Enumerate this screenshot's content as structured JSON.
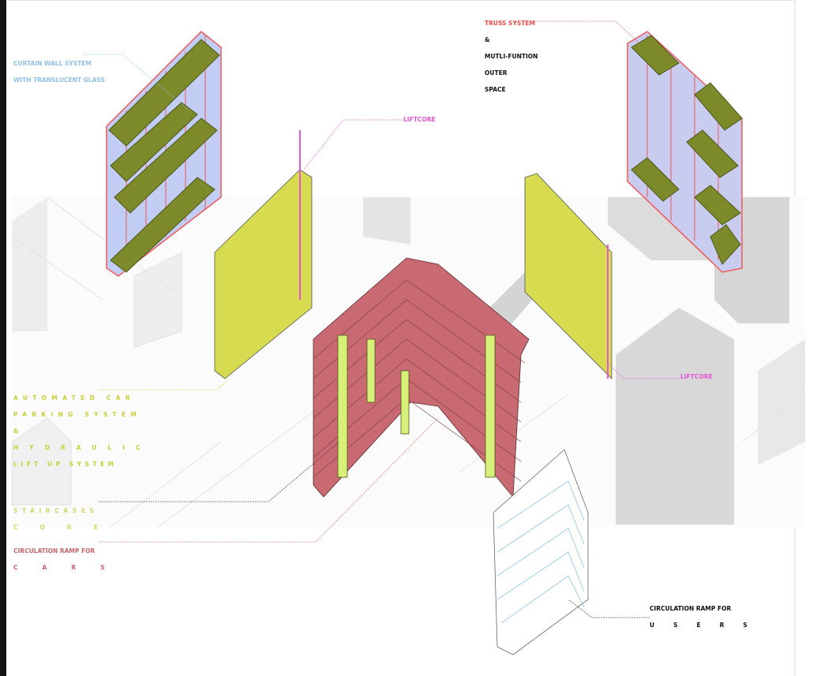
{
  "labels": {
    "curtain_wall": {
      "line1": "CURTAIN WALL SYSTEM",
      "line2": "WITH TRANSLUCENT GLASS",
      "color": "#8fbfe6"
    },
    "liftcore_top": {
      "text": "LIFTCORE",
      "color": "#e455d8"
    },
    "liftcore_right": {
      "text": "LIFTCORE",
      "color": "#e455d8"
    },
    "truss": {
      "line1": "TRUSS SYSTEM",
      "line2": "&",
      "line3": "MUTLI-FUNTION",
      "line4": "OUTER",
      "line5": "SPACE",
      "color": "#ef4a4a"
    },
    "car_parking": {
      "line1": "AUTOMATED CAR",
      "line2": "PARKING SYSTEM",
      "line3": "&",
      "line4": "HYDRAULIC",
      "line5": "LIFT UP SYSTEM",
      "color": "#c9cf3a"
    },
    "staircases": {
      "line1": "STAIRCASES",
      "line2": "CORE",
      "color": "#d2d66a"
    },
    "ramp_cars": {
      "line1": "CIRCULATION RAMP FOR",
      "line2": "CARS",
      "color": "#c9646b"
    },
    "ramp_users": {
      "line1": "CIRCULATION RAMP FOR",
      "line2": "USERS",
      "color": "#111111"
    }
  },
  "colors": {
    "ramp_block": "#c96a72",
    "parking_panel": "#d6db4f",
    "glass": "#b9c6f2",
    "truss": "#ef5959",
    "greenery": "#7d8a2a",
    "context": "#d9d9d9"
  }
}
